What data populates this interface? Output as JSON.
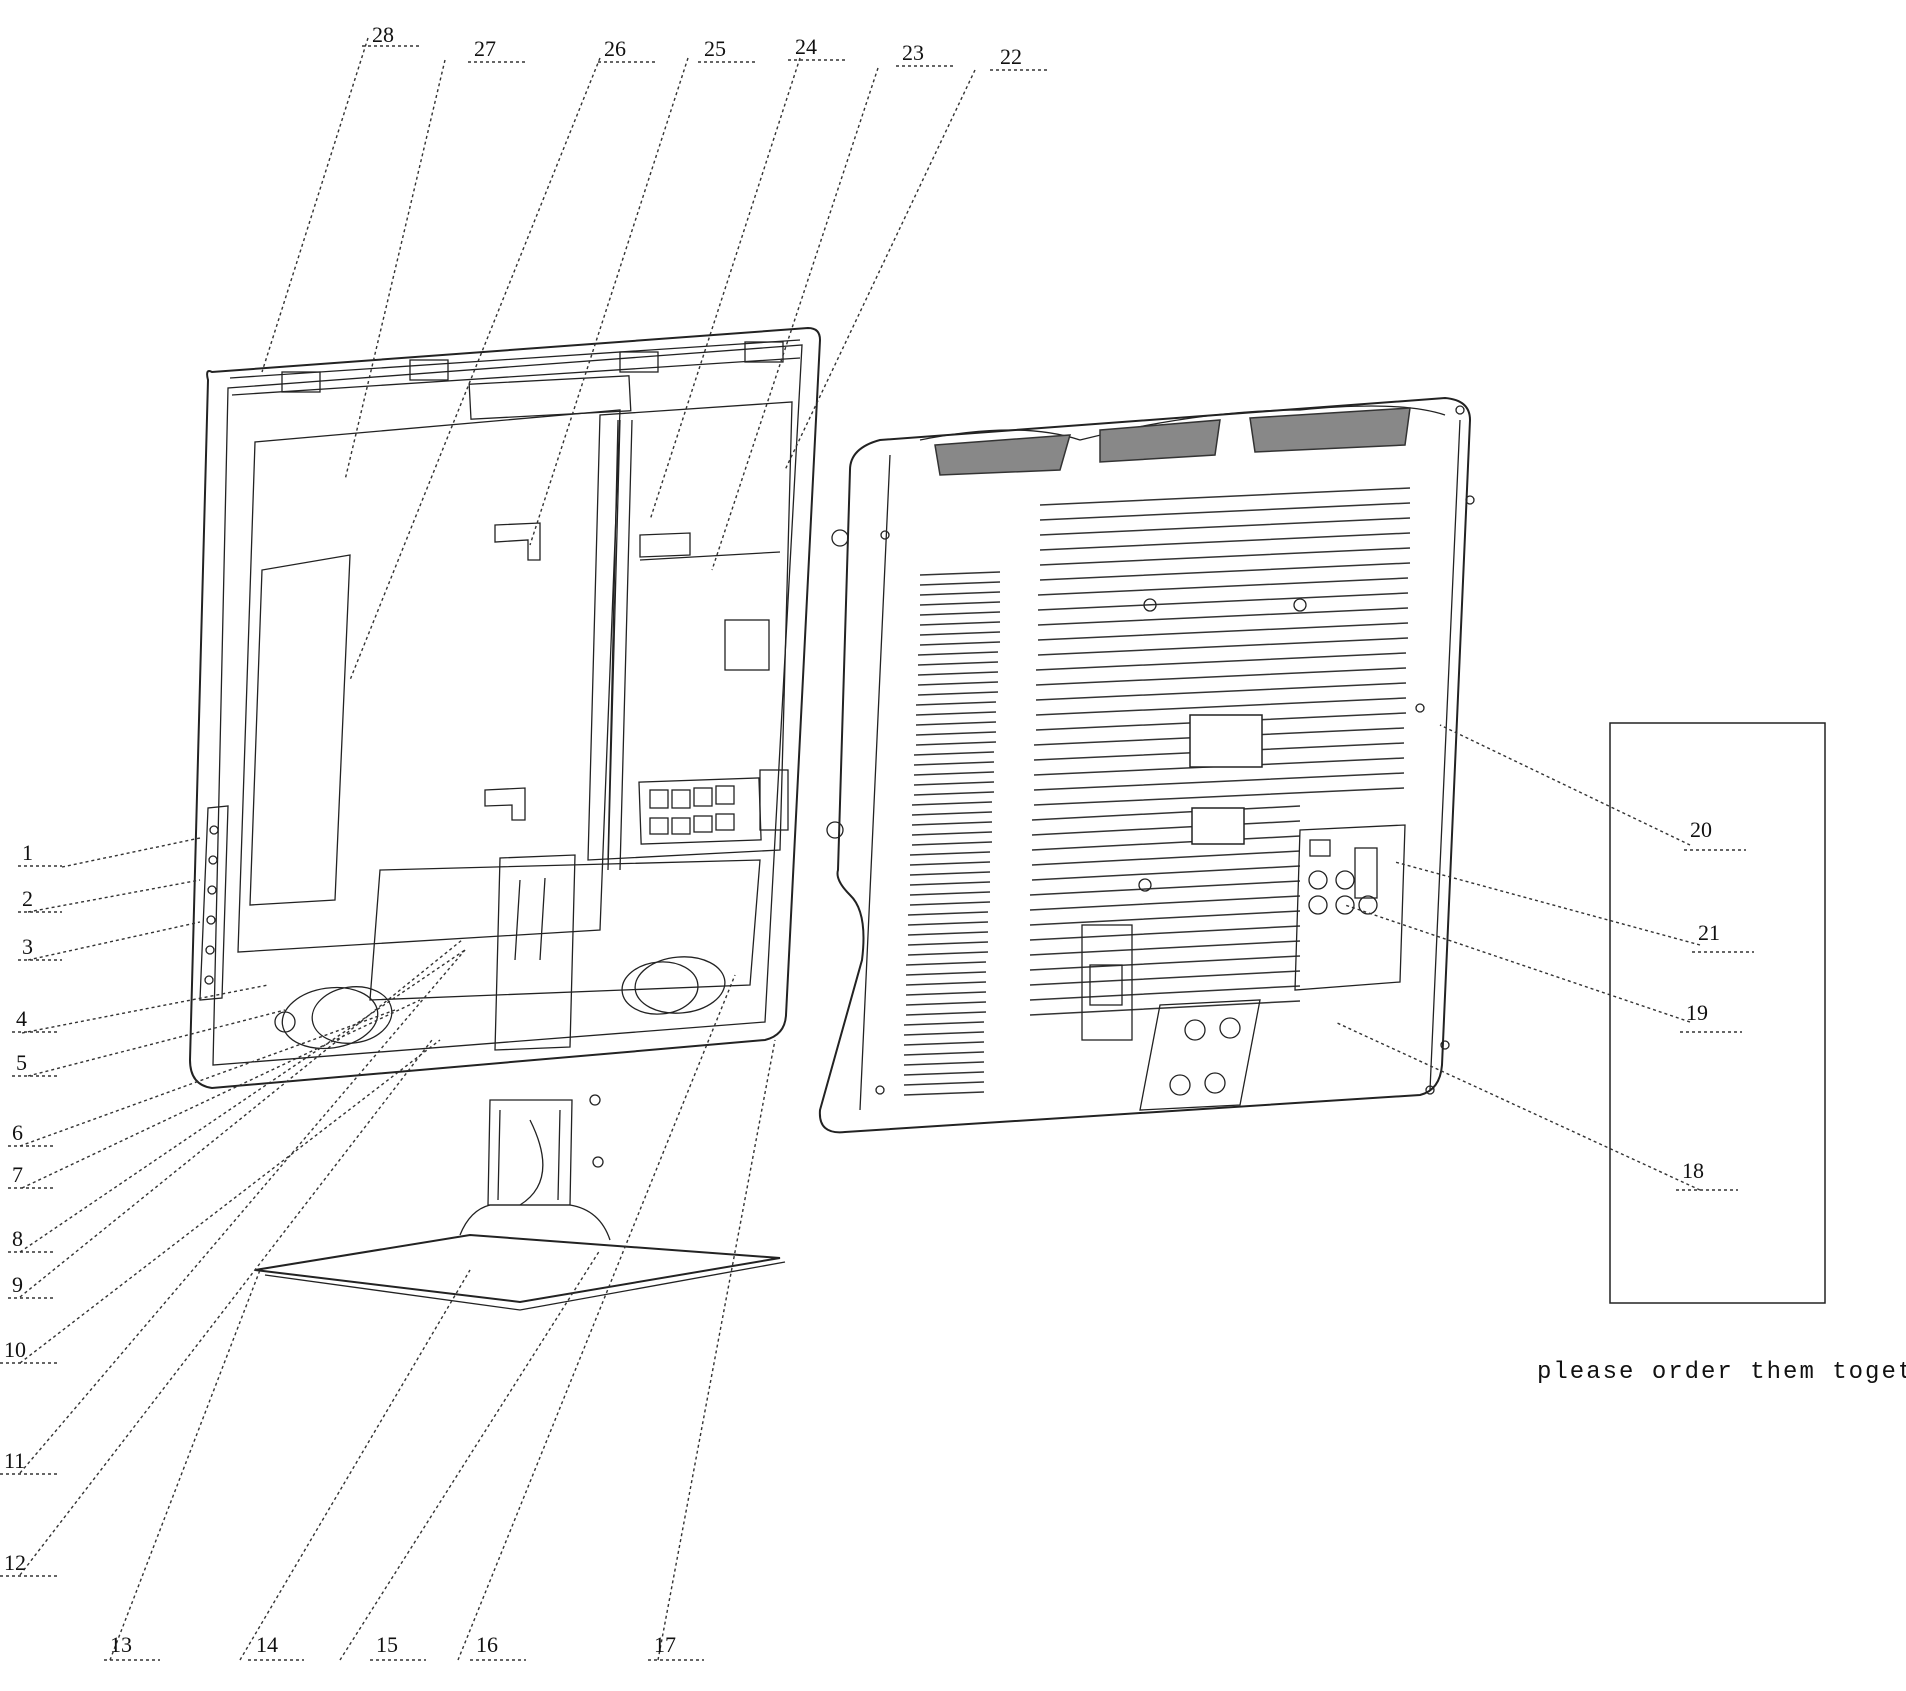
{
  "diagram": {
    "callouts": [
      "1",
      "2",
      "3",
      "4",
      "5",
      "6",
      "7",
      "8",
      "9",
      "10",
      "11",
      "12",
      "13",
      "14",
      "15",
      "16",
      "17",
      "18",
      "19",
      "20",
      "21",
      "22",
      "23",
      "24",
      "25",
      "26",
      "27",
      "28"
    ],
    "note": "please order them together"
  }
}
